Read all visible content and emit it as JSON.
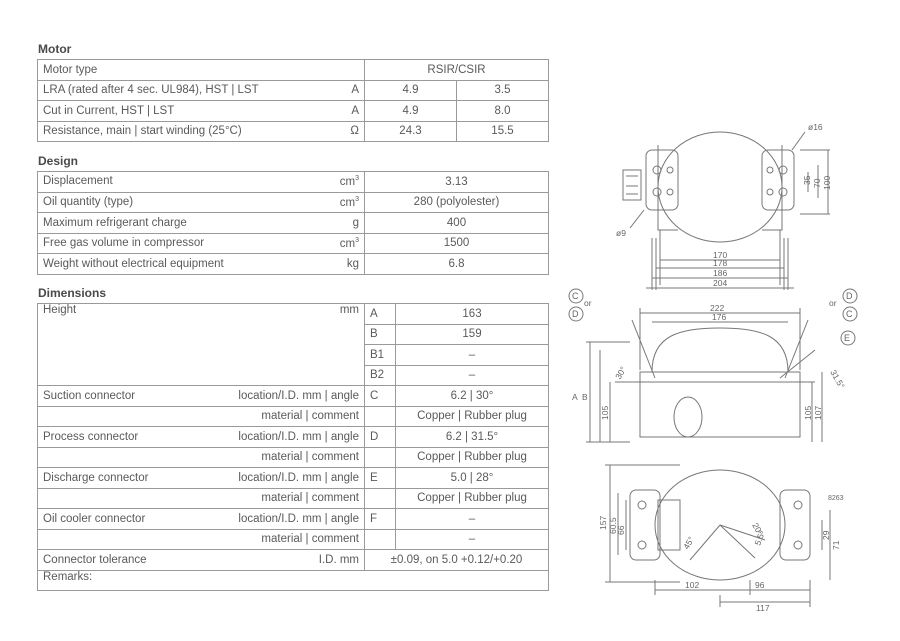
{
  "motor": {
    "title": "Motor",
    "rows": [
      {
        "label": "Motor type",
        "unit": "",
        "merged": "RSIR/CSIR"
      },
      {
        "label": "LRA (rated after 4 sec. UL984), HST | LST",
        "unit": "A",
        "v1": "4.9",
        "v2": "3.5"
      },
      {
        "label": "Cut in Current, HST | LST",
        "unit": "A",
        "v1": "4.9",
        "v2": "8.0"
      },
      {
        "label": "Resistance, main | start winding (25°C)",
        "unit": "Ω",
        "v1": "24.3",
        "v2": "15.5"
      }
    ]
  },
  "design": {
    "title": "Design",
    "rows": [
      {
        "label": "Displacement",
        "unit": "cm",
        "sup": "3",
        "value": "3.13"
      },
      {
        "label": "Oil quantity (type)",
        "unit": "cm",
        "sup": "3",
        "value": "280 (polyolester)"
      },
      {
        "label": "Maximum refrigerant charge",
        "unit": "g",
        "value": "400"
      },
      {
        "label": "Free gas volume in compressor",
        "unit": "cm",
        "sup": "3",
        "value": "1500"
      },
      {
        "label": "Weight without electrical equipment",
        "unit": "kg",
        "value": "6.8"
      }
    ]
  },
  "dimensions": {
    "title": "Dimensions",
    "height": {
      "label": "Height",
      "unit": "mm",
      "rows": [
        {
          "letter": "A",
          "value": "163"
        },
        {
          "letter": "B",
          "value": "159"
        },
        {
          "letter": "B1",
          "value": "–"
        },
        {
          "letter": "B2",
          "value": "–"
        }
      ]
    },
    "connectors": [
      {
        "label": "Suction connector",
        "attr1": "location/I.D. mm | angle",
        "letter": "C",
        "value1": "6.2 | 30°",
        "attr2": "material | comment",
        "value2": "Copper | Rubber plug"
      },
      {
        "label": "Process connector",
        "attr1": "location/I.D. mm | angle",
        "letter": "D",
        "value1": "6.2 | 31.5°",
        "attr2": "material | comment",
        "value2": "Copper | Rubber plug"
      },
      {
        "label": "Discharge connector",
        "attr1": "location/I.D. mm | angle",
        "letter": "E",
        "value1": "5.0 | 28°",
        "attr2": "material | comment",
        "value2": "Copper | Rubber plug"
      },
      {
        "label": "Oil cooler connector",
        "attr1": "location/I.D. mm | angle",
        "letter": "F",
        "value1": "–",
        "attr2": "material | comment",
        "value2": "–"
      }
    ],
    "tolerance": {
      "label": "Connector tolerance",
      "unit": "I.D. mm",
      "value": "±0.09, on 5.0 +0.12/+0.20"
    },
    "remarks": {
      "label": "Remarks:"
    }
  },
  "drawing": {
    "front": {
      "d16": "ø16",
      "d9": "ø9",
      "h35": "35",
      "h70": "70",
      "h100": "100",
      "w170": "170",
      "w178": "178",
      "w186": "186",
      "w204": "204"
    },
    "side": {
      "w222": "222",
      "w176": "176",
      "lbl_c1": "C",
      "lbl_or1": "or",
      "lbl_d1": "D",
      "lbl_d2": "D",
      "lbl_or2": "or",
      "lbl_c2": "C",
      "lbl_e": "E",
      "lbl_a": "A",
      "lbl_b": "B",
      "h105l": "105",
      "h105r": "105",
      "h107": "107",
      "ang30": "30°",
      "ang315": "31.5°"
    },
    "top": {
      "code": "8263",
      "h157": "157",
      "h605": "60.5",
      "h66": "66",
      "h29": "29",
      "h71": "71",
      "a45": "45°",
      "a20": "20°",
      "a55": "5.5°",
      "w102": "102",
      "w96": "96",
      "w117": "117"
    }
  }
}
